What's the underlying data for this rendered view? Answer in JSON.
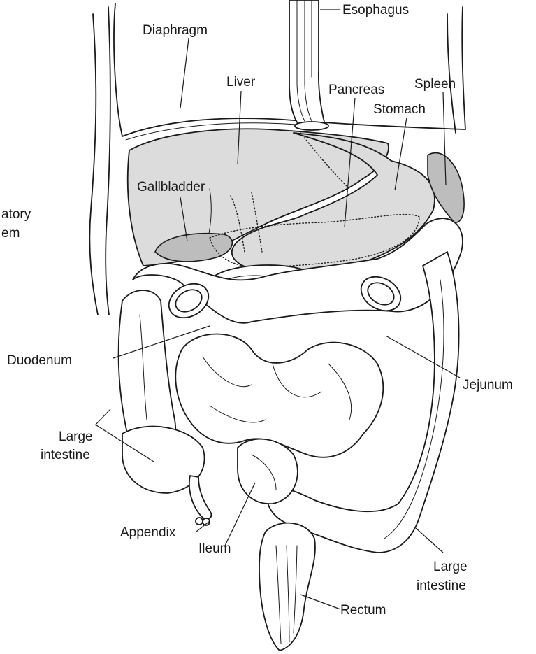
{
  "labels": {
    "esophagus": "Esophagus",
    "diaphragm": "Diaphragm",
    "liver": "Liver",
    "pancreas": "Pancreas",
    "spleen": "Spleen",
    "stomach": "Stomach",
    "gallbladder": "Gallbladder",
    "circulatory_partial_1": "atory",
    "circulatory_partial_2": "em",
    "duodenum": "Duodenum",
    "jejunum": "Jejunum",
    "large_intestine_left_1": "Large",
    "large_intestine_left_2": "intestine",
    "appendix": "Appendix",
    "ileum": "Ileum",
    "large_intestine_right_1": "Large",
    "large_intestine_right_2": "intestine",
    "rectum": "Rectum"
  },
  "colors": {
    "ink": "#1a1a1a",
    "organ_fill": "#dcdcdc",
    "organ_fill_dark": "#bdbdbd",
    "background": "#ffffff"
  }
}
